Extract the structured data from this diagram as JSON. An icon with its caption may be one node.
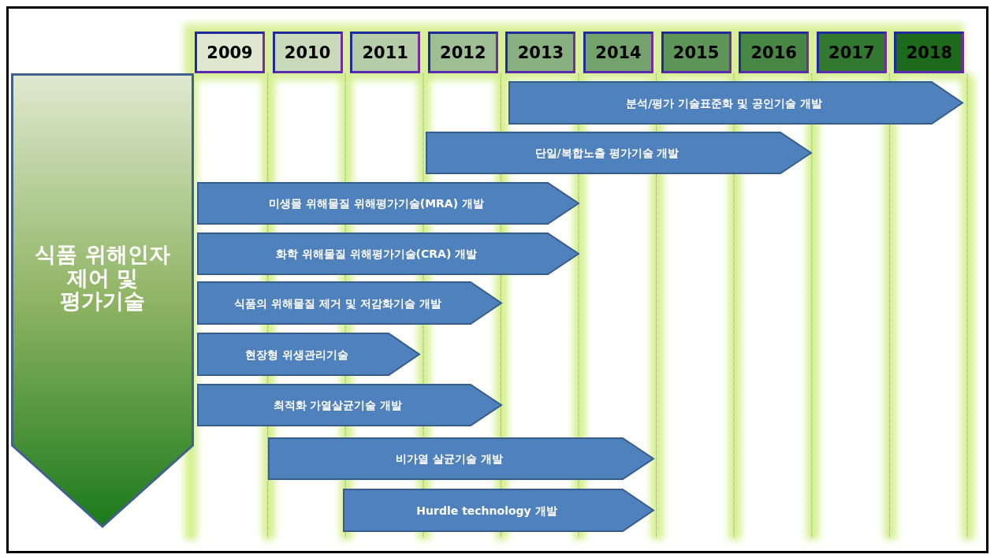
{
  "diagram": {
    "nodes": [
      {
        "text": [
          "2009"
        ]
      },
      {
        "text": [
          "2010"
        ]
      },
      {
        "text": [
          "2011"
        ]
      },
      {
        "text": [
          "2012"
        ]
      },
      {
        "text": [
          "2013"
        ]
      },
      {
        "text": [
          "2014"
        ]
      },
      {
        "text": [
          "2015"
        ]
      },
      {
        "text": [
          "2016"
        ]
      },
      {
        "text": [
          "2017"
        ]
      },
      {
        "text": [
          "2018"
        ]
      },
      {
        "text": [
          "식품 위해인자 제어 및 평가기술"
        ]
      },
      {
        "text": [
          "분석/평가 기술표준화 및 공인기술 개발"
        ]
      },
      {
        "text": [
          "단일/복합노출 평가기술 개발"
        ]
      },
      {
        "text": [
          "미생물 위해물질 위해평가기술(MRA) 개발"
        ]
      },
      {
        "text": [
          "화학 위해물질 위해평가기술(CRA) 개발"
        ]
      },
      {
        "text": [
          "식품의 위해물질 제거 및 저감화기술 개발"
        ]
      },
      {
        "text": [
          "현장형 위생관리기술"
        ]
      },
      {
        "text": [
          "최적화 가열살균기술 개발"
        ]
      },
      {
        "text": [
          "비가열 살균기술 개발"
        ]
      },
      {
        "text": [
          "Hurdle technology 개발"
        ]
      }
    ]
  }
}
